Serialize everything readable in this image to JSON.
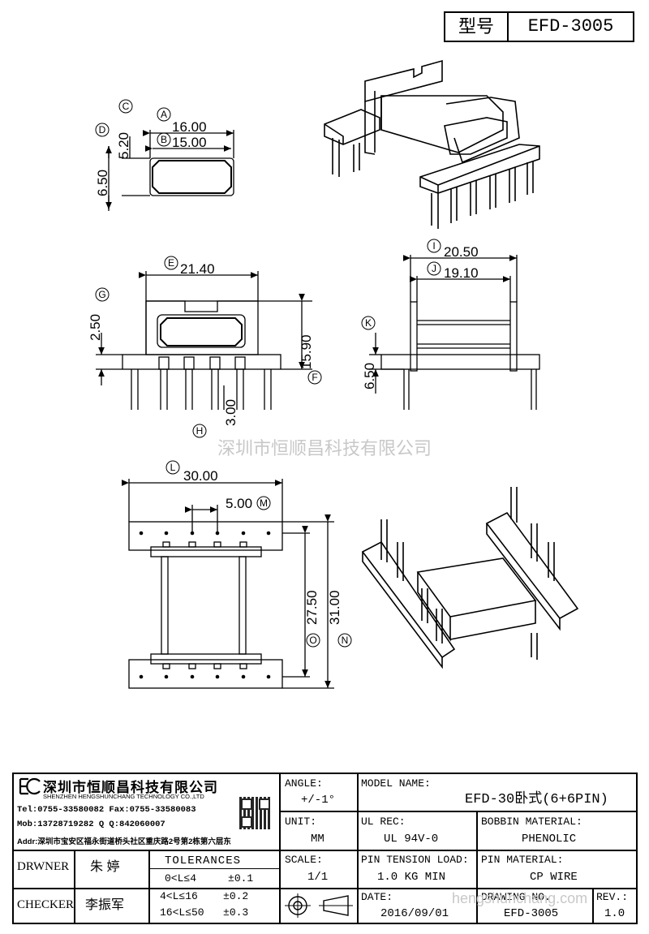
{
  "header": {
    "type_label": "型号",
    "part_no": "EFD-3005"
  },
  "dims": {
    "A": "16.00",
    "B": "15.00",
    "C": "5.20",
    "D": "6.50",
    "E": "21.40",
    "F": "15.90",
    "G": "2.50",
    "H": "3.00",
    "I": "20.50",
    "J": "19.10",
    "K": "6.50",
    "L": "30.00",
    "M": "5.00",
    "N": "31.00",
    "O": "27.50"
  },
  "markers": {
    "A": "A",
    "B": "B",
    "C": "C",
    "D": "D",
    "E": "E",
    "F": "F",
    "G": "G",
    "H": "H",
    "I": "I",
    "J": "J",
    "K": "K",
    "L": "L",
    "M": "M",
    "N": "N",
    "O": "O"
  },
  "watermark": "深圳市恒顺昌科技有限公司",
  "company": {
    "name_cn": "深圳市恒顺昌科技有限公司",
    "name_en": "SHENZHEN HENGSHUNCHANG TECHNOLOGY CO.,LTD",
    "tel_fax": "Tel:0755-33580082 Fax:0755-33580083",
    "mob_qq": "Mob:13728719282      Q  Q:842060007",
    "addr": "Addr:深圳市宝安区福永街道桥头社区重庆路2号第2栋第六层东"
  },
  "title_block": {
    "angle_label": "ANGLE:",
    "angle_value": "+/-1°",
    "model_label": "MODEL NAME:",
    "model_value": "EFD-30卧式(6+6PIN)",
    "unit_label": "UNIT:",
    "unit_value": "MM",
    "ul_label": "UL REC:",
    "ul_value": "UL 94V-0",
    "bobbin_label": "BOBBIN MATERIAL:",
    "bobbin_value": "PHENOLIC",
    "drawer_label": "DRWNER",
    "drawer_value": "朱 婷",
    "tolerances_label": "TOLERANCES",
    "tol1": "0<L≤4     ±0.1",
    "tol2": "4<L≤16    ±0.2",
    "tol3": "16<L≤50   ±0.3",
    "checker_label": "CHECKER",
    "checker_value": "李振军",
    "scale_label": "SCALE:",
    "scale_value": "1/1",
    "pin_tension_label": "PIN TENSION LOAD:",
    "pin_tension_value": "1.0 KG MIN",
    "pin_material_label": "PIN MATERIAL:",
    "pin_material_value": "CP WIRE",
    "date_label": "DATE:",
    "date_value": "2016/09/01",
    "drawing_label": "DRAWING NO.",
    "drawing_value": "EFD-3005",
    "rev_label": "REV.:",
    "rev_value": "1.0"
  },
  "watermark_url": "hengshunchang.com"
}
